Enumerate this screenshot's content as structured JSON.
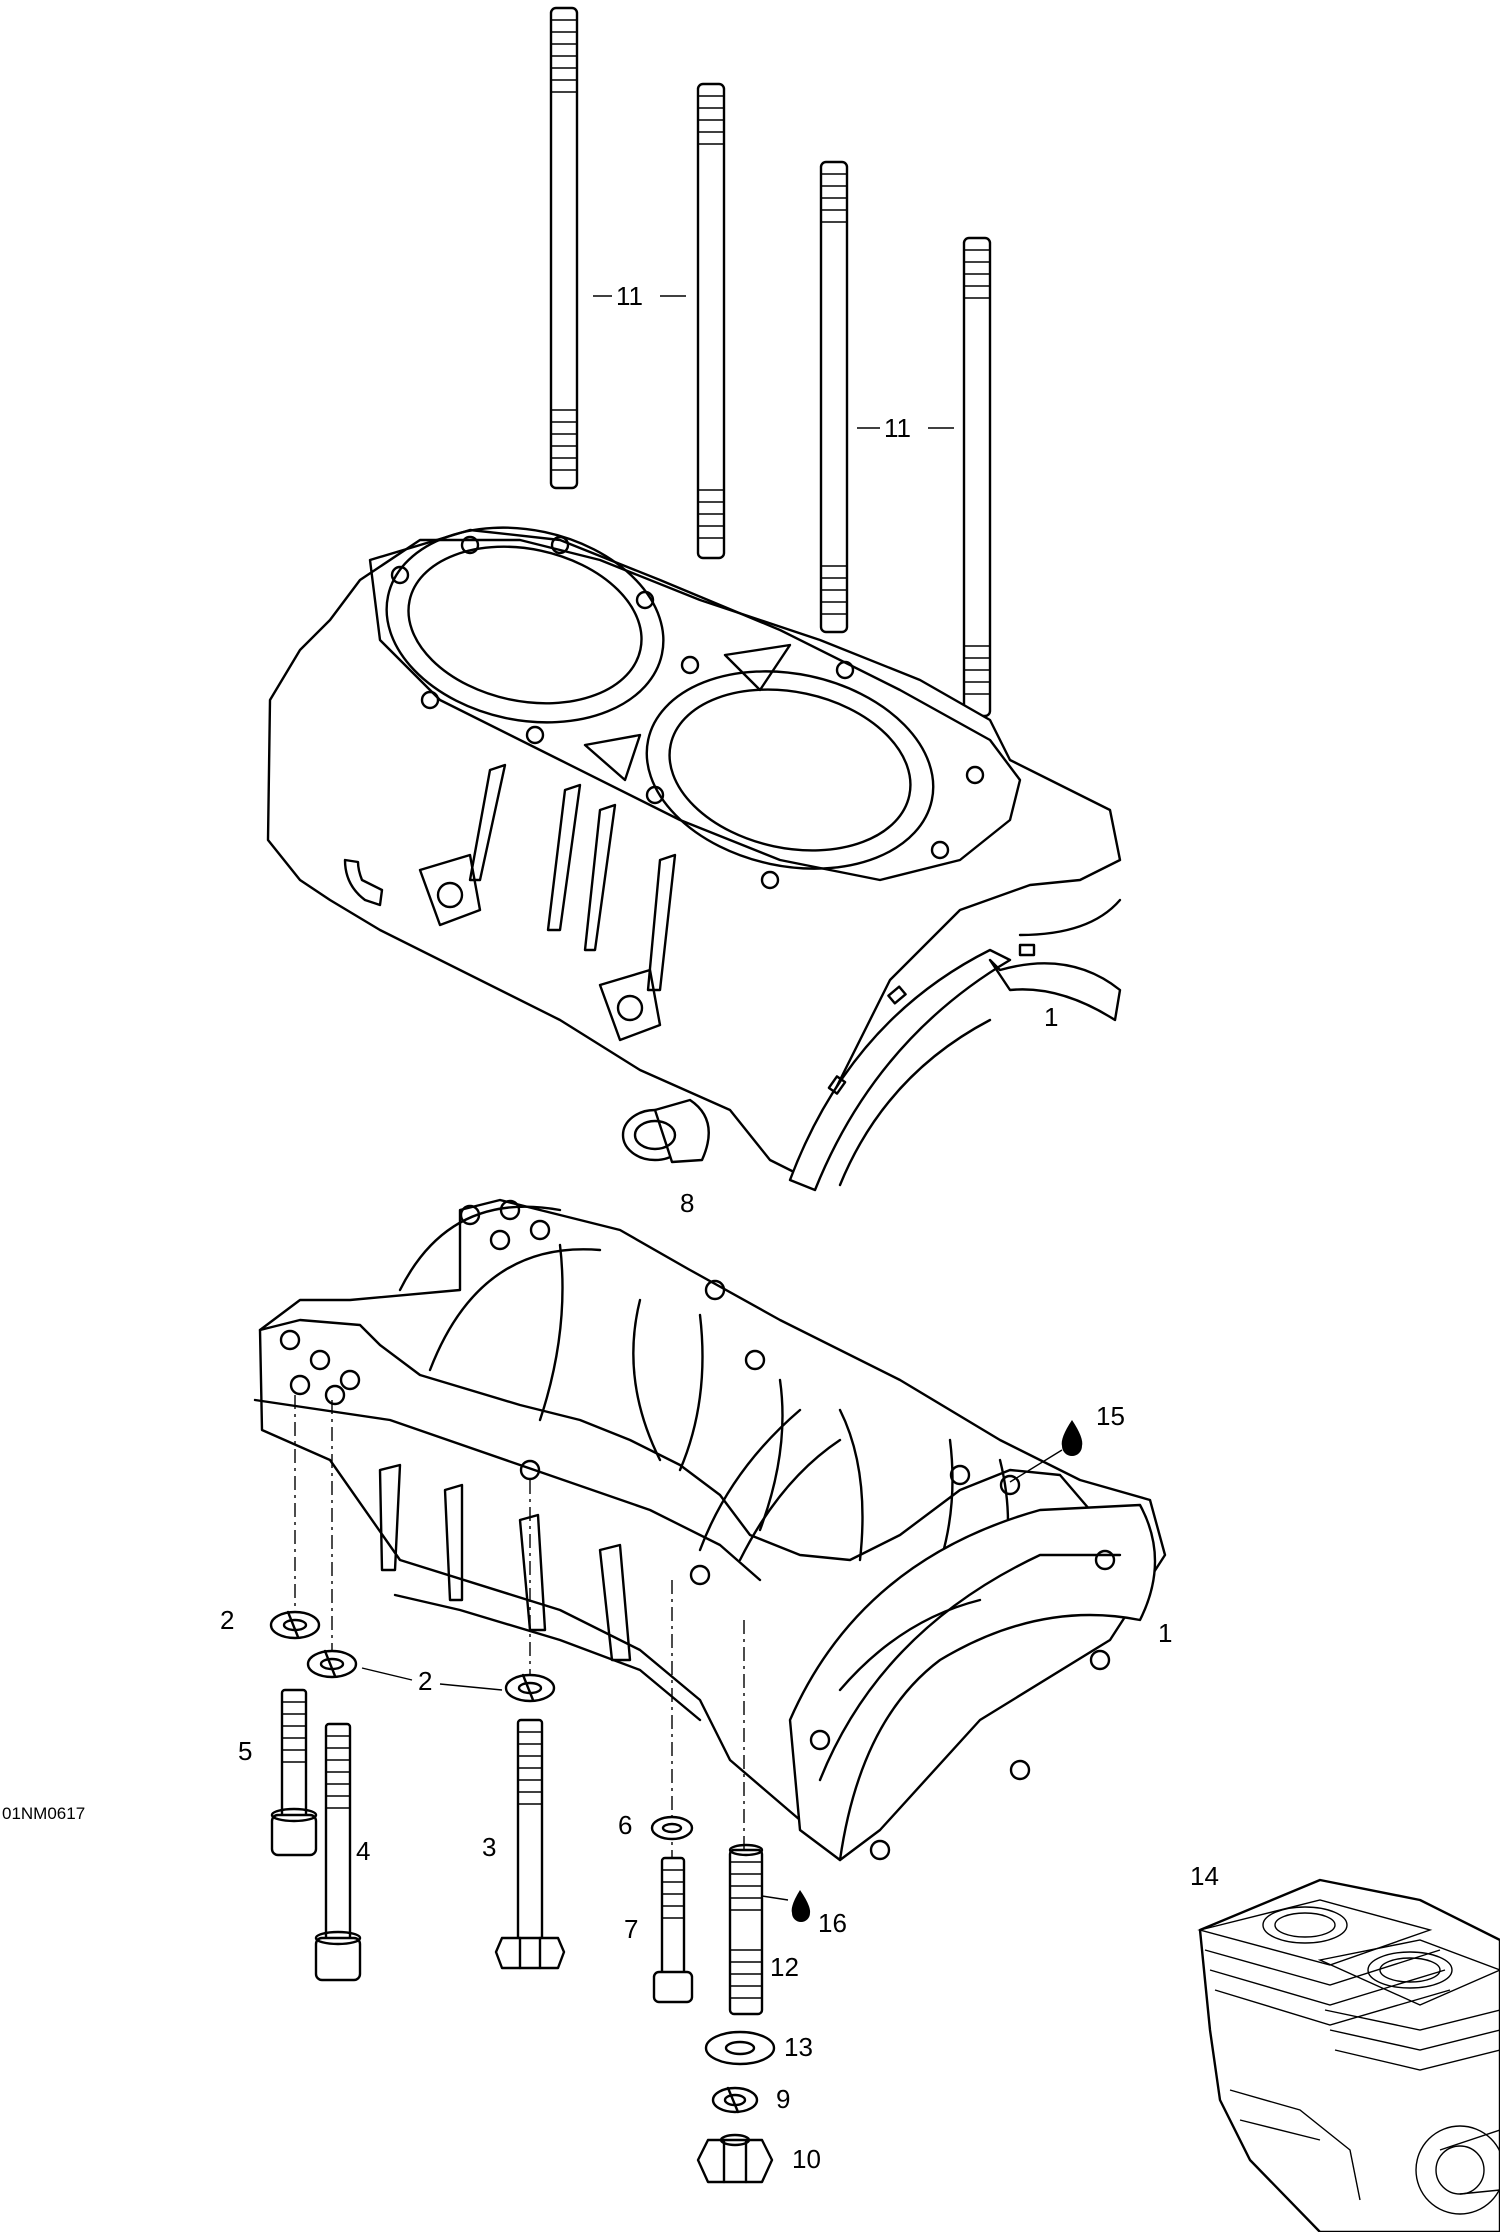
{
  "figure": {
    "code": "01NM0617",
    "callouts": {
      "c11a": "11",
      "c11b": "11",
      "c1_upper": "1",
      "c8": "8",
      "c15": "15",
      "c1_lower": "1",
      "c2a": "2",
      "c2b": "2",
      "c5": "5",
      "c4": "4",
      "c3": "3",
      "c6": "6",
      "c7": "7",
      "c16": "16",
      "c12": "12",
      "c13": "13",
      "c9": "9",
      "c10": "10",
      "c14": "14"
    }
  },
  "icons": [
    "oil-drop-icon",
    "sealant-drop-icon"
  ],
  "colors": {
    "line": "#000000",
    "background": "#ffffff"
  }
}
